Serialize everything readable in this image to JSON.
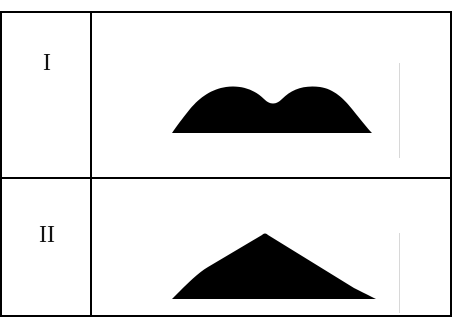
{
  "rows": [
    {
      "label": "I",
      "shape": "bimodal-silhouette"
    },
    {
      "label": "II",
      "shape": "triangular-silhouette"
    }
  ],
  "colors": {
    "ink": "#000000",
    "background": "#ffffff"
  }
}
